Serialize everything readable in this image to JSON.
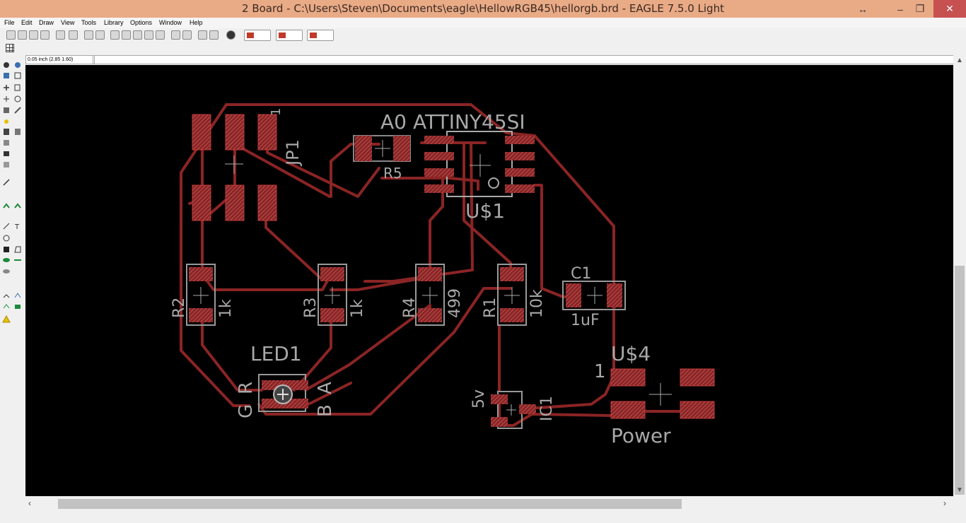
{
  "window": {
    "title": "2 Board - C:\\Users\\Steven\\Documents\\eagle\\HellowRGB45\\hellorgb.brd - EAGLE 7.5.0 Light",
    "controls": {
      "resize": "↔",
      "minimize": "–",
      "restore": "❐",
      "close": "✕"
    }
  },
  "menu": [
    "File",
    "Edit",
    "Draw",
    "View",
    "Tools",
    "Library",
    "Options",
    "Window",
    "Help"
  ],
  "coord_display": "0.05 inch (2.85 1.60)",
  "board": {
    "labels": {
      "jp1": "JP1",
      "jp1_pin": "1",
      "attiny": "ATTINY45SI",
      "attiny_prefix": "A0",
      "u1": "U$1",
      "r5": "R5",
      "r2": "R2",
      "r2_val": "1k",
      "r3": "R3",
      "r3_val": "1k",
      "r4": "R4",
      "r4_val": "499",
      "r1": "R1",
      "r1_val": "10k",
      "c1": "C1",
      "c1_val": "1uF",
      "led1": "LED1",
      "led_g": "G",
      "led_r": "R",
      "led_a": "A",
      "led_b": "B",
      "u4": "U$4",
      "u4_pin": "1",
      "power": "Power",
      "ic1": "IC1",
      "v5": "5v"
    }
  },
  "colors": {
    "trace": "#8b2424",
    "pad": "#c23a3a",
    "silkscreen": "#a8a8a8",
    "canvas": "#000000",
    "titlebar": "#e9aa86"
  }
}
